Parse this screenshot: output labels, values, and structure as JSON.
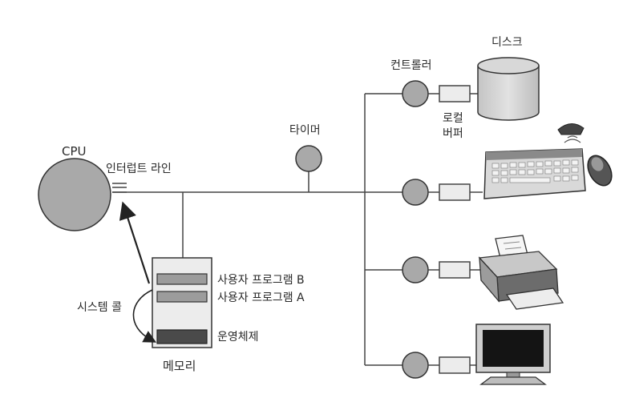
{
  "labels": {
    "cpu": "CPU",
    "interrupt_line": "인터럽트 라인",
    "timer": "타이머",
    "controller": "컨트롤러",
    "disk": "디스크",
    "local_buffer_line1": "로컬",
    "local_buffer_line2": "버퍼",
    "user_program_b": "사용자 프로그램 B",
    "user_program_a": "사용자 프로그램 A",
    "system_call": "시스템 콜",
    "operating_system": "운영체제",
    "memory": "메모리"
  },
  "devices": [
    {
      "icon": "disk-icon"
    },
    {
      "icon": "keyboard-mouse-icon"
    },
    {
      "icon": "printer-icon"
    },
    {
      "icon": "monitor-icon"
    }
  ],
  "colors": {
    "circle_fill": "#a9a9a9",
    "line": "#444444",
    "slot_fill": "#9c9c9c",
    "os_fill": "#4a4a4a",
    "box_fill": "#ececec"
  }
}
